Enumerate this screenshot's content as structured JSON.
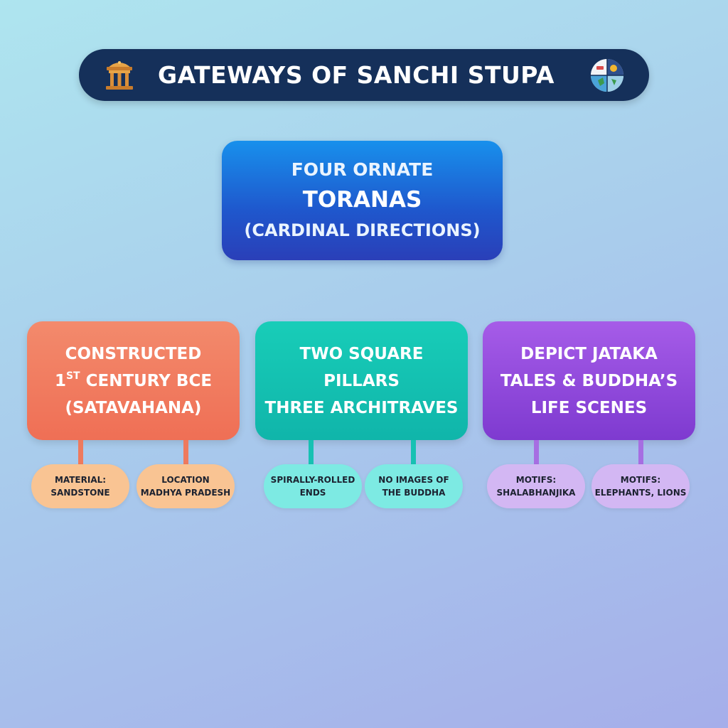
{
  "title": {
    "text": "GATEWAYS OF SANCHI STUPA",
    "left_icon": "gateway-icon",
    "right_icon": "map-globe-icon"
  },
  "main": {
    "line1": "FOUR ORNATE",
    "line2": "TORANAS",
    "line3": "(CARDINAL DIRECTIONS)"
  },
  "cards": [
    {
      "color": "#ef7458",
      "line1": "CONSTRUCTED",
      "line2_pre": "1",
      "line2_sup": "ST",
      "line2_post": " CENTURY BCE",
      "line3": "(SATAVAHANA)",
      "pills": [
        {
          "line1": "MATERIAL:",
          "line2": "SANDSTONE"
        },
        {
          "line1": "LOCATION",
          "line2": "MADHYA PRADESH"
        }
      ]
    },
    {
      "color": "#14c1b1",
      "line1": "TWO SQUARE",
      "line2": "PILLARS",
      "line3": "THREE ARCHITRAVES",
      "pills": [
        {
          "line1": "SPIRALLY-ROLLED",
          "line2": "ENDS"
        },
        {
          "line1": "NO IMAGES OF",
          "line2": "THE BUDDHA"
        }
      ]
    },
    {
      "color": "#8f49dc",
      "line1": "DEPICT JATAKA",
      "line2": "TALES & BUDDHA’S",
      "line3": "LIFE SCENES",
      "pills": [
        {
          "line1": "MOTIFS:",
          "line2": "SHALABHANJIKA"
        },
        {
          "line1": "MOTIFS:",
          "line2": "ELEPHANTS, LIONS"
        }
      ]
    }
  ]
}
